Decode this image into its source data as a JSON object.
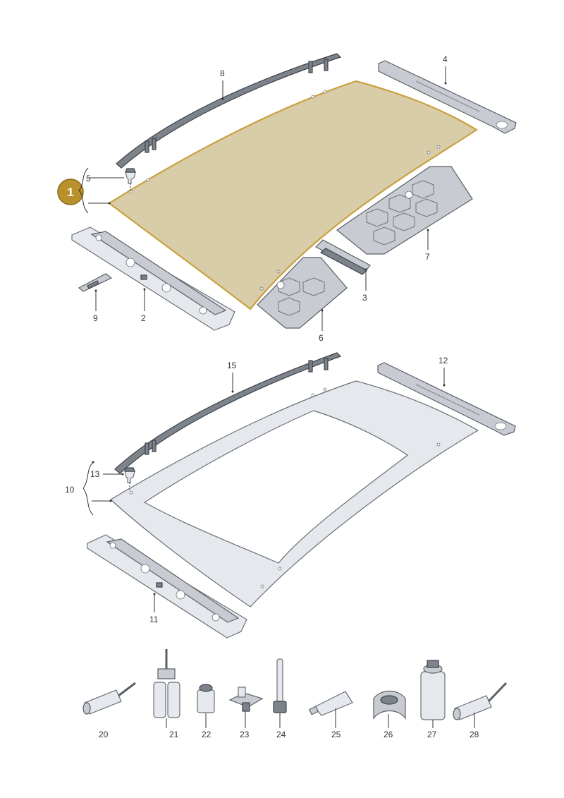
{
  "colors": {
    "badge_fill": "#b8912a",
    "badge_stroke": "#8a6a18",
    "glass_panel": "#d8cda8",
    "glass_outline": "#c9a13f",
    "metal_light": "#dce1e7",
    "metal_dark": "#7d838b",
    "pad": "#c8ccd2"
  },
  "badge": {
    "label": "1"
  },
  "callouts": {
    "c1": "1",
    "c2": "2",
    "c3": "3",
    "c4": "4",
    "c5": "5",
    "c6": "6",
    "c7": "7",
    "c8": "8",
    "c9": "9",
    "c10": "10",
    "c11": "11",
    "c12": "12",
    "c13": "13",
    "c15": "15",
    "c20": "20",
    "c21": "21",
    "c22": "22",
    "c23": "23",
    "c24": "24",
    "c25": "25",
    "c26": "26",
    "c27": "27",
    "c28": "28"
  }
}
